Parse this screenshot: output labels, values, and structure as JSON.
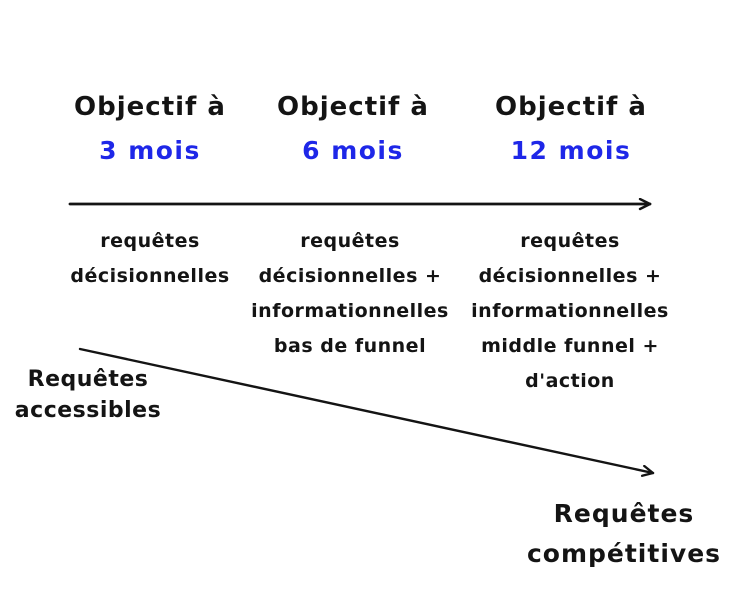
{
  "colors": {
    "ink": "#141414",
    "accent_blue": "#1e27e8",
    "background": "#ffffff"
  },
  "columns": [
    {
      "header": "Objectif à",
      "period": "3 mois",
      "lines": [
        "requêtes",
        "décisionnelles"
      ]
    },
    {
      "header": "Objectif à",
      "period": "6 mois",
      "lines": [
        "requêtes",
        "décisionnelles +",
        "informationnelles",
        "bas de funnel"
      ]
    },
    {
      "header": "Objectif à",
      "period": "12 mois",
      "lines": [
        "requêtes",
        "décisionnelles +",
        "informationnelles",
        "middle funnel +",
        "d'action"
      ]
    }
  ],
  "left_label": {
    "line1": "Requêtes",
    "line2": "accessibles"
  },
  "right_label": {
    "line1": "Requêtes",
    "line2": "compétitives"
  },
  "arrows": {
    "timeline": "right-arrow",
    "difficulty": "down-right-arrow"
  }
}
